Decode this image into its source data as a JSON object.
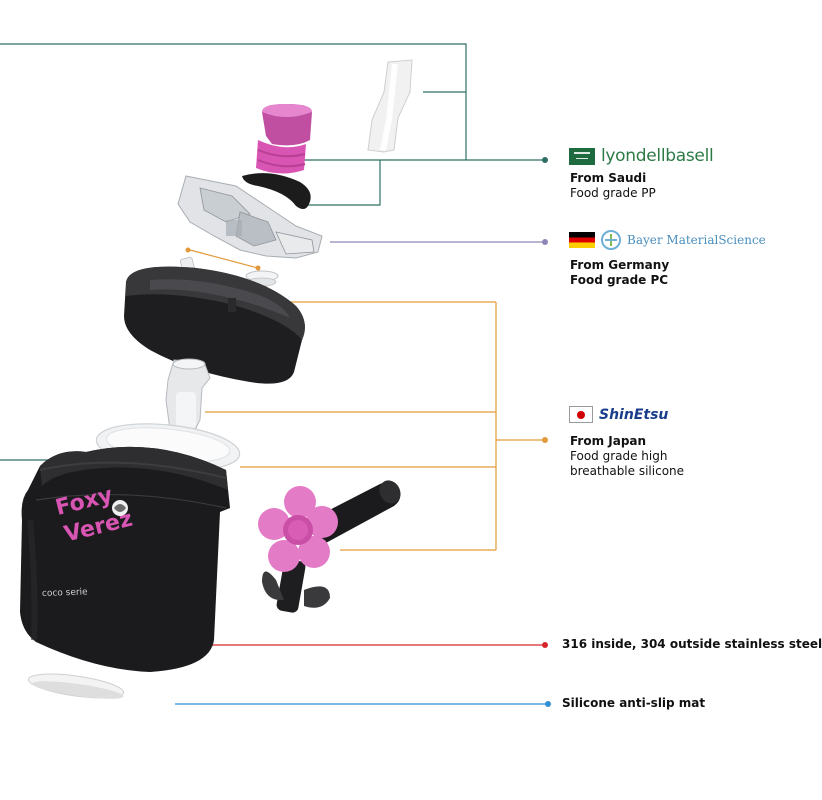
{
  "colors": {
    "teal": "#2f6f63",
    "purple": "#8d86b8",
    "orange": "#e29a3a",
    "red": "#d6262c",
    "blue": "#2f8fd0",
    "cup_body": "#1b1b1d",
    "pink": "#d955b3"
  },
  "materials": [
    {
      "brand": "lyondellbasell",
      "flag": "saudi-flag",
      "origin": "From Saudi",
      "grade": "Food grade PP",
      "color": "#2f6f63"
    },
    {
      "brand": "Bayer MaterialScience",
      "flag": "germany-flag",
      "origin": "From Germany",
      "grade": "Food grade PC",
      "color": "#8d86b8"
    },
    {
      "brand": "ShinEtsu",
      "flag": "japan-flag",
      "origin": "From Japan",
      "grade": "Food grade high breathable silicone",
      "color": "#e29a3a"
    }
  ],
  "callouts": [
    {
      "text": "316 inside, 304 outside stainless steel",
      "color": "#d6262c"
    },
    {
      "text": "Silicone anti-slip mat",
      "color": "#2f8fd0"
    }
  ],
  "product": {
    "cup_print": "Foxy Verez",
    "cup_brand": "coco serie"
  }
}
